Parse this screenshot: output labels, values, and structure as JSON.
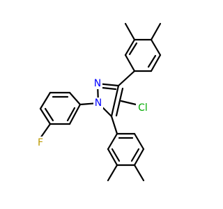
{
  "molecule": {
    "atoms": {
      "N": {
        "label": "N",
        "color": "#0000ff"
      },
      "N1": {
        "label": "N",
        "color": "#0000ff"
      },
      "Cl": {
        "label": "Cl",
        "color": "#00aa00"
      },
      "F": {
        "label": "F",
        "color": "#bb9900"
      }
    }
  }
}
